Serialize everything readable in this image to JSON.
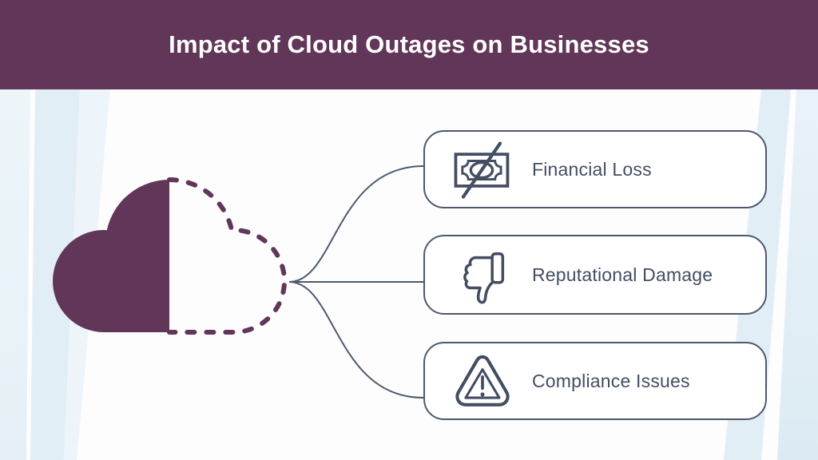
{
  "header": {
    "title": "Impact of Cloud Outages on Businesses"
  },
  "cloud": {
    "name": "cloud-half-solid-half-dashed",
    "color": "#613658"
  },
  "impacts": [
    {
      "label": "Financial Loss",
      "icon": "money-bill-slash-icon"
    },
    {
      "label": "Reputational Damage",
      "icon": "thumbs-down-icon"
    },
    {
      "label": "Compliance Issues",
      "icon": "warning-triangle-icon"
    }
  ],
  "colors": {
    "header_bg": "#613658",
    "plum": "#613658",
    "line": "#4e5a70",
    "card_border": "#4e586c",
    "text": "#434e63",
    "stripe_blue": "#e2eef5",
    "background": "#fdfdfe"
  }
}
